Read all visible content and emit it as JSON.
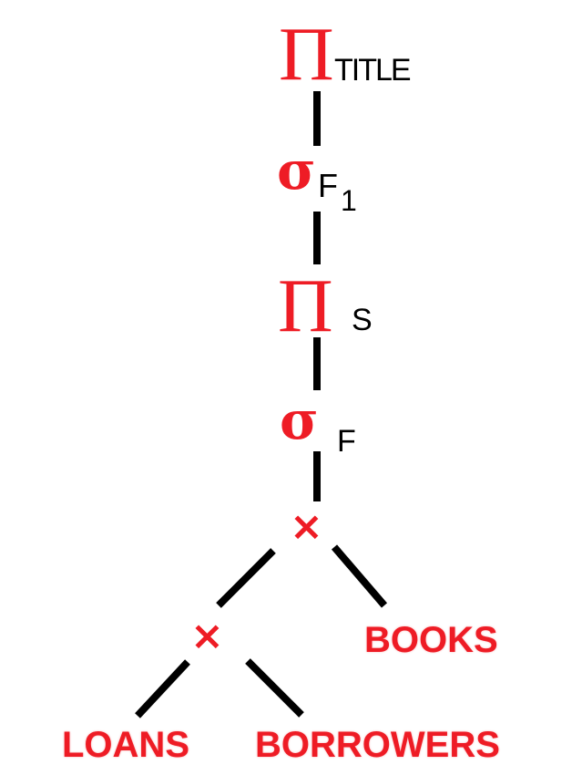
{
  "colors": {
    "operator": "#ee1c25",
    "subscript": "#000000",
    "edge": "#000000",
    "background": "#ffffff"
  },
  "nodes": {
    "project_top": {
      "symbol": "Π",
      "subscript": "TITLE"
    },
    "select_top": {
      "symbol": "σ",
      "subscript_main": "F",
      "subscript_index": "1"
    },
    "project_mid": {
      "symbol": "Π",
      "subscript": "S"
    },
    "select_low": {
      "symbol": "σ",
      "subscript": "F"
    },
    "cross_top": {
      "symbol": "×"
    },
    "cross_bottom": {
      "symbol": "×"
    },
    "books": {
      "label": "BOOKS"
    },
    "loans": {
      "label": "LOANS"
    },
    "borrowers": {
      "label": "BORROWERS"
    }
  },
  "edges": [
    {
      "from": "project_top",
      "to": "select_top"
    },
    {
      "from": "select_top",
      "to": "project_mid"
    },
    {
      "from": "project_mid",
      "to": "select_low"
    },
    {
      "from": "select_low",
      "to": "cross_top"
    },
    {
      "from": "cross_top",
      "to": "cross_bottom"
    },
    {
      "from": "cross_top",
      "to": "books"
    },
    {
      "from": "cross_bottom",
      "to": "loans"
    },
    {
      "from": "cross_bottom",
      "to": "borrowers"
    }
  ]
}
